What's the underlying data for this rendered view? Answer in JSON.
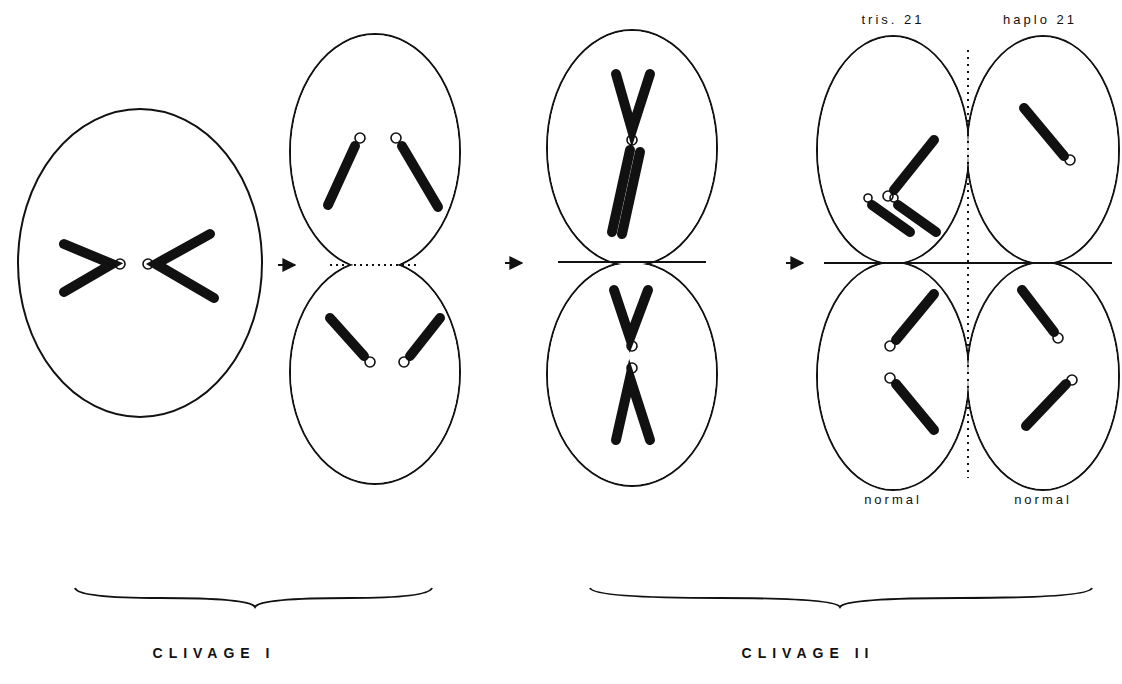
{
  "diagram": {
    "labels": [
      "tris. 21",
      "haplo 21",
      "normal",
      "normal",
      "CLIVAGE I",
      "CLIVAGE II"
    ]
  }
}
